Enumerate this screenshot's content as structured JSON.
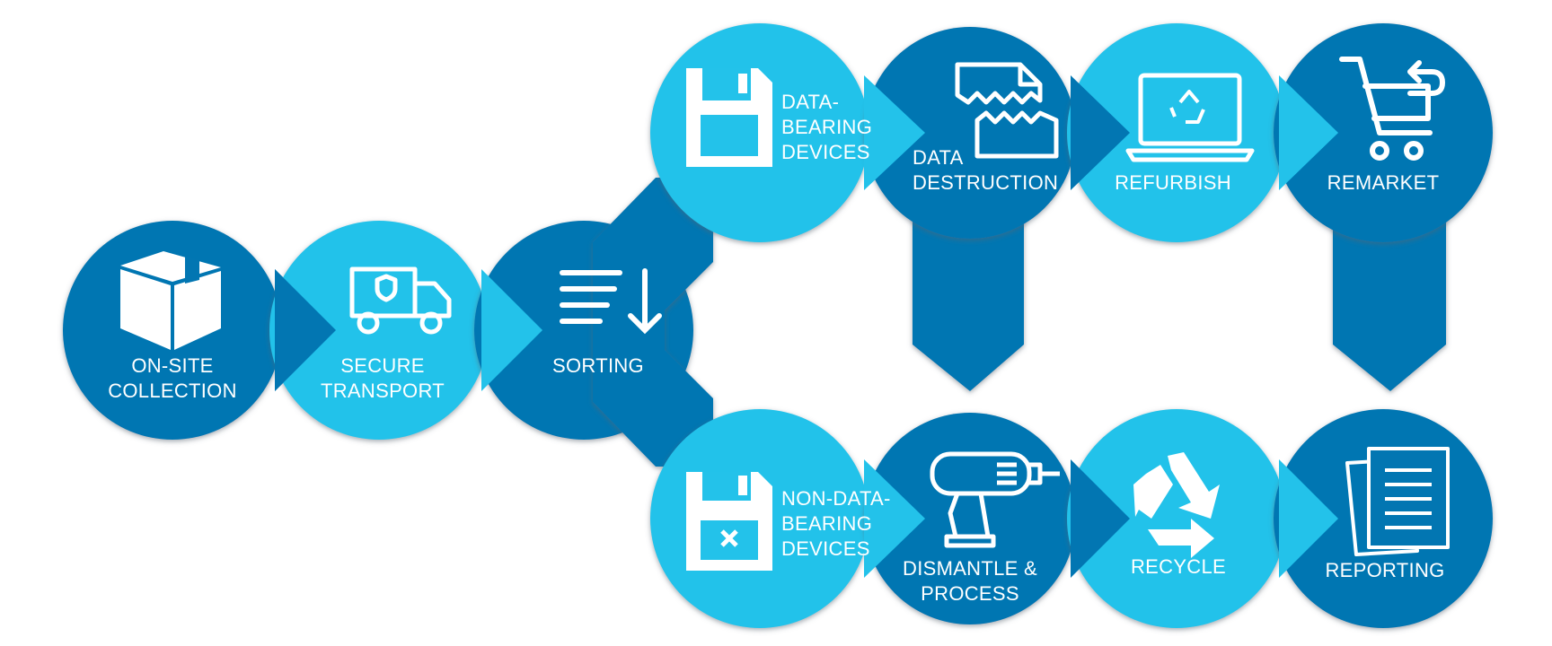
{
  "colors": {
    "dark_blue": "#0276B2",
    "light_blue": "#23C2EA",
    "icon": "#ffffff",
    "shadow": "#7a8a96"
  },
  "steps": {
    "onsite": {
      "line1": "ON-SITE",
      "line2": "COLLECTION",
      "icon": "box-icon"
    },
    "transport": {
      "line1": "SECURE",
      "line2": "TRANSPORT",
      "icon": "truck-icon"
    },
    "sorting": {
      "line1": "SORTING",
      "icon": "sort-icon"
    },
    "databearing": {
      "line1": "DATA-",
      "line2": "BEARING",
      "line3": "DEVICES",
      "icon": "floppy-disk-icon"
    },
    "destruction": {
      "line1": "DATA",
      "line2": "DESTRUCTION",
      "icon": "shredded-document-icon"
    },
    "refurbish": {
      "line1": "REFURBISH",
      "icon": "laptop-recycle-icon"
    },
    "remarket": {
      "line1": "REMARKET",
      "icon": "shopping-cart-return-icon"
    },
    "nondatabearing": {
      "line1": "NON-DATA-",
      "line2": "BEARING",
      "line3": "DEVICES",
      "icon": "floppy-disk-x-icon"
    },
    "dismantle": {
      "line1": "DISMANTLE &",
      "line2": "PROCESS",
      "icon": "drill-icon"
    },
    "recycle": {
      "line1": "RECYCLE",
      "icon": "recycle-icon"
    },
    "reporting": {
      "line1": "REPORTING",
      "icon": "documents-icon"
    }
  }
}
